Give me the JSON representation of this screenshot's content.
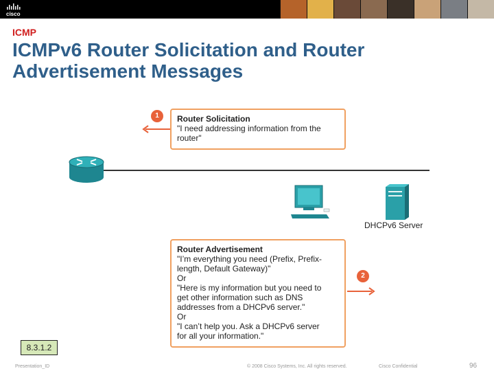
{
  "header": {
    "logo_text": "cisco",
    "section": "ICMP",
    "title": "ICMPv6 Router Solicitation and Router Advertisement Messages"
  },
  "diagram": {
    "solicitation": {
      "step": "1",
      "heading": "Router Solicitation",
      "lines": [
        "\"I need addressing information from the",
        "router\""
      ]
    },
    "advertisement": {
      "step": "2",
      "heading": "Router Advertisement",
      "lines": [
        "\"I’m everything you need (Prefix, Prefix-",
        "length, Default Gateway)\"",
        "Or",
        "\"Here is my information but you need to",
        "get other information such as DNS",
        "addresses from a DHCPv6 server.\"",
        "Or",
        "\"I can’t help you. Ask a DHCPv6 server",
        "for all your information.\""
      ]
    },
    "server_label": "DHCPv6 Server",
    "devices": [
      "router-icon",
      "pc-icon",
      "server-icon"
    ]
  },
  "slide_id": "8.3.1.2",
  "footer": {
    "left": "Presentation_ID",
    "center": "© 2008 Cisco Systems, Inc. All rights reserved.",
    "right": "Cisco Confidential",
    "page": "96"
  },
  "colors": {
    "title": "#2f5f8a",
    "section": "#d01e1e",
    "box_border": "#f0a060",
    "badge": "#e8623a",
    "device": "#2aa0a8"
  }
}
